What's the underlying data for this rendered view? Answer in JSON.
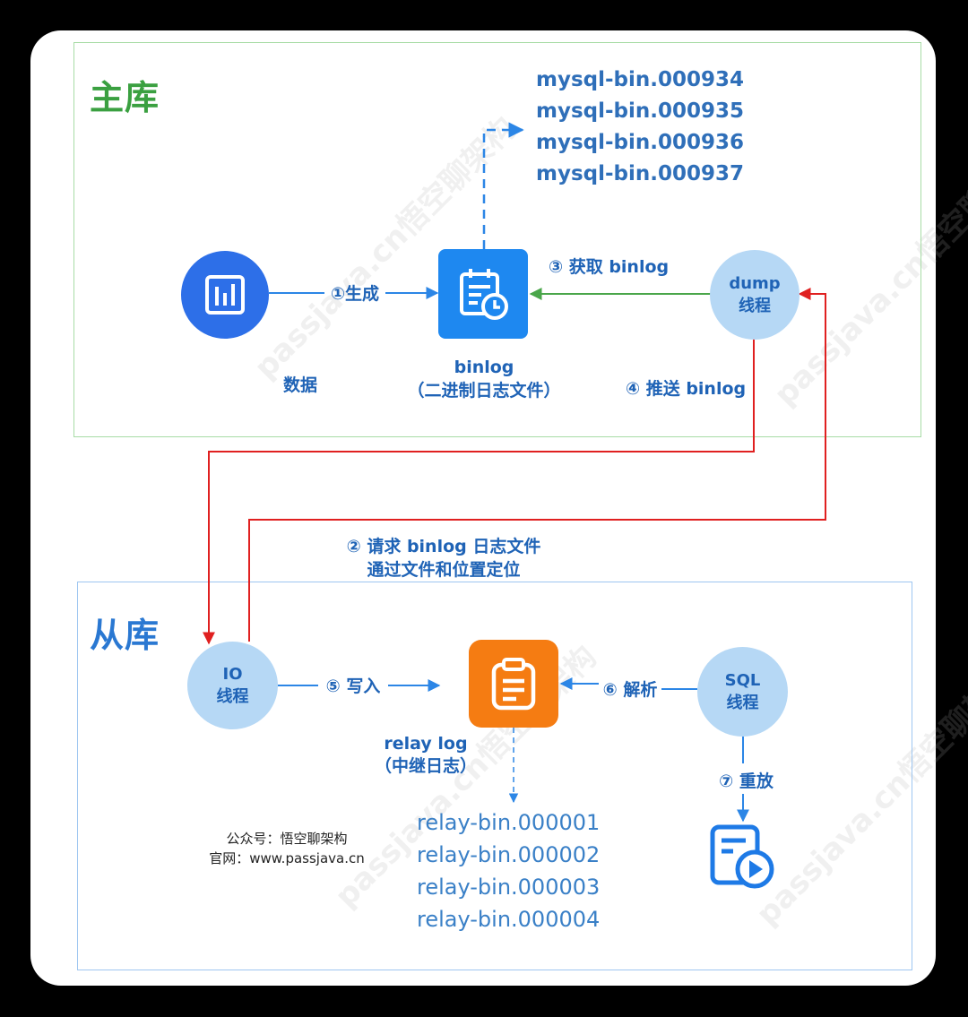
{
  "master": {
    "title": "主库",
    "binlog_files": [
      "mysql-bin.000934",
      "mysql-bin.000935",
      "mysql-bin.000936",
      "mysql-bin.000937"
    ],
    "data_label": "数据",
    "binlog_label": "binlog",
    "binlog_sublabel": "（二进制日志文件）",
    "dump_line1": "dump",
    "dump_line2": "线程",
    "step1": "①生成",
    "step3": "③ 获取 binlog",
    "step4": "④ 推送 binlog"
  },
  "request": {
    "line1": "② 请求 binlog 日志文件",
    "line2": "通过文件和位置定位"
  },
  "slave": {
    "title": "从库",
    "io_line1": "IO",
    "io_line2": "线程",
    "step5": "⑤ 写入",
    "relay_label": "relay log",
    "relay_sublabel": "（中继日志）",
    "step6": "⑥ 解析",
    "sql_line1": "SQL",
    "sql_line2": "线程",
    "step7": "⑦ 重放",
    "relay_files": [
      "relay-bin.000001",
      "relay-bin.000002",
      "relay-bin.000003",
      "relay-bin.000004"
    ],
    "account": "公众号：悟空聊架构",
    "website": "官网：www.passjava.cn"
  },
  "watermark": "passjava.cn悟空聊架构",
  "colors": {
    "green_title": "#3aa040",
    "blue_title": "#2a78d2",
    "arrow_blue": "#2c86e6",
    "arrow_green": "#4aa64a",
    "arrow_red": "#e02020",
    "binlog_icon_bg": "#1e88f0",
    "relay_icon_bg": "#f57c12",
    "data_icon_bg": "#2d6fe8"
  },
  "icons": {
    "data": "bar-chart-icon",
    "binlog": "calendar-clock-icon",
    "relay": "clipboard-icon",
    "replay": "document-play-icon"
  }
}
